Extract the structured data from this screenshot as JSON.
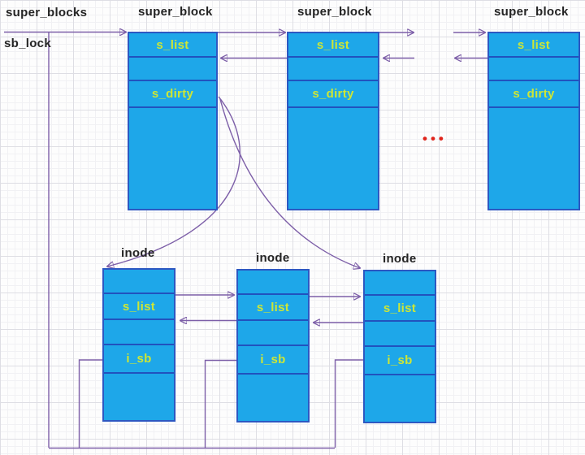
{
  "diagram": {
    "list_head_label": "super_blocks",
    "lock_label": "sb_lock",
    "superblock_label": "super_block",
    "inode_label": "inode",
    "ellipsis": "•••",
    "superblock_fields": {
      "s_list": "s_list",
      "s_dirty": "s_dirty"
    },
    "inode_fields": {
      "s_list": "s_list",
      "i_sb": "i_sb"
    }
  },
  "colors": {
    "box_fill": "#1EA7E9",
    "box_border": "#2D58C2",
    "row_divider": "#2152BE",
    "field_text": "#CDE636",
    "label_text": "#242424",
    "arrow_line": "#7D5FA8",
    "arrow_head": "#5B2D91",
    "ellipsis_red": "#E0241B",
    "grid_minor": "#F1F1F4",
    "grid_major": "#DEDEE4",
    "background": "#FDFDFD"
  }
}
